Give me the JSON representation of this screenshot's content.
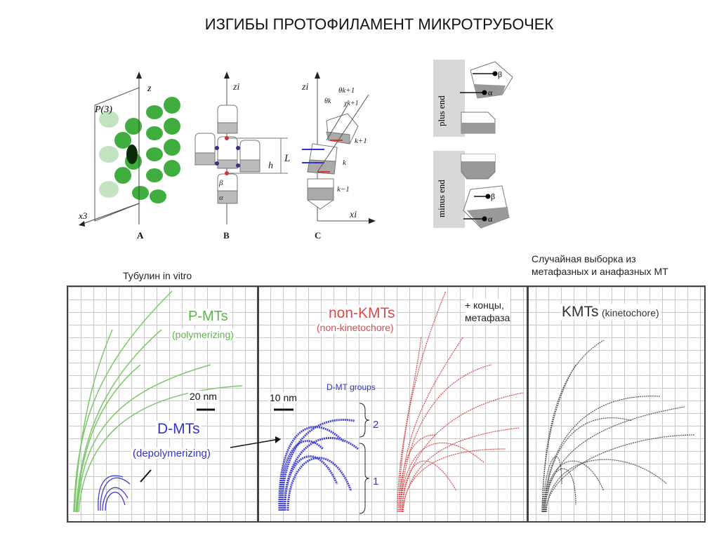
{
  "title": "ИЗГИБЫ ПРОТОФИЛАМЕНТ МИКРОТРУБОЧЕК",
  "top_figure": {
    "panel_labels": [
      "A",
      "B",
      "C"
    ],
    "a": {
      "axis_z": "z",
      "axis_x": "x3",
      "plane": "P(3)"
    },
    "b": {
      "axis": "zi",
      "L": "L",
      "h": "h",
      "beta": "β",
      "alpha": "α"
    },
    "c": {
      "axis_z": "zi",
      "axis_x": "xi",
      "theta_k": "θk",
      "theta_k1": "θk+1",
      "chi": "χk+1",
      "k_plus": "k+1",
      "k": "k",
      "k_minus": "k−1"
    },
    "ends": {
      "plus": "plus end",
      "minus": "minus end",
      "beta": "β",
      "alpha": "α"
    }
  },
  "captions": {
    "in_vitro": "Тубулин in vitro",
    "sample_line1": "Случайная выборка из",
    "sample_line2": "метафазных и анафазных МТ",
    "plus_ends_line1": "+ концы,",
    "plus_ends_line2": "метафаза"
  },
  "bottom_figure": {
    "pmts": "P-MTs",
    "pmts_sub": "(polymerizing)",
    "scale_20": "20 nm",
    "dmts": "D-MTs",
    "dmts_sub": "(depolymerizing)",
    "scale_10": "10 nm",
    "dmt_groups": "D-MT groups",
    "group_2": "2",
    "group_1": "1",
    "non_kmts": "non-KMTs",
    "non_kmts_sub": "(non-kinetochore)",
    "kmts": "KMTs",
    "kmts_sub": "(kinetochore)"
  },
  "colors": {
    "green": "#6cc25a",
    "blue": "#3a3ad0",
    "red": "#d83a3a",
    "gray": "#555555"
  }
}
